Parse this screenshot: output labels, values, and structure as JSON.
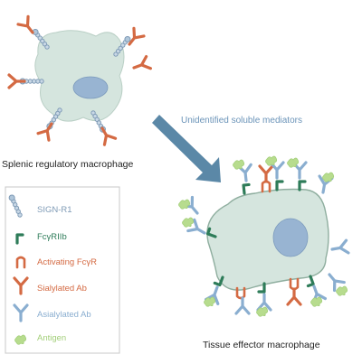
{
  "title": "",
  "colors": {
    "cell_fill": "#d5e5de",
    "cell_stroke": "#9fb8ad",
    "nucleus": "#98b4d2",
    "sign_r1": "#7f9bb6",
    "fcgriib": "#2e7c59",
    "activating": "#d46a43",
    "sialylated": "#d46a43",
    "asialylated": "#8aaed0",
    "antigen": "#b7dc8e",
    "arrow": "#5b88a7",
    "arrow_label": "#6a93b8",
    "legend_border": "#c8c8c8"
  },
  "cells": {
    "splenic": {
      "label": "Splenic regulatory macrophage"
    },
    "tissue": {
      "label": "Tissue effector macrophage"
    }
  },
  "arrow": {
    "label": "Unidentified soluble mediators"
  },
  "legend": {
    "items": [
      {
        "icon": "sign-r1-icon",
        "label": "SIGN-R1",
        "color": "#7f9bb6"
      },
      {
        "icon": "fcgriib-icon",
        "label": "FcγRIIb",
        "color": "#2e7c59"
      },
      {
        "icon": "activating-fcgr-icon",
        "label": "Activating FcγR",
        "color": "#d46a43"
      },
      {
        "icon": "sialylated-ab-icon",
        "label": "Sialylated Ab",
        "color": "#d46a43"
      },
      {
        "icon": "asialylated-ab-icon",
        "label": "Asialylated Ab",
        "color": "#8aaed0"
      },
      {
        "icon": "antigen-icon",
        "label": "Antigen",
        "color": "#a3cf7a"
      }
    ]
  }
}
